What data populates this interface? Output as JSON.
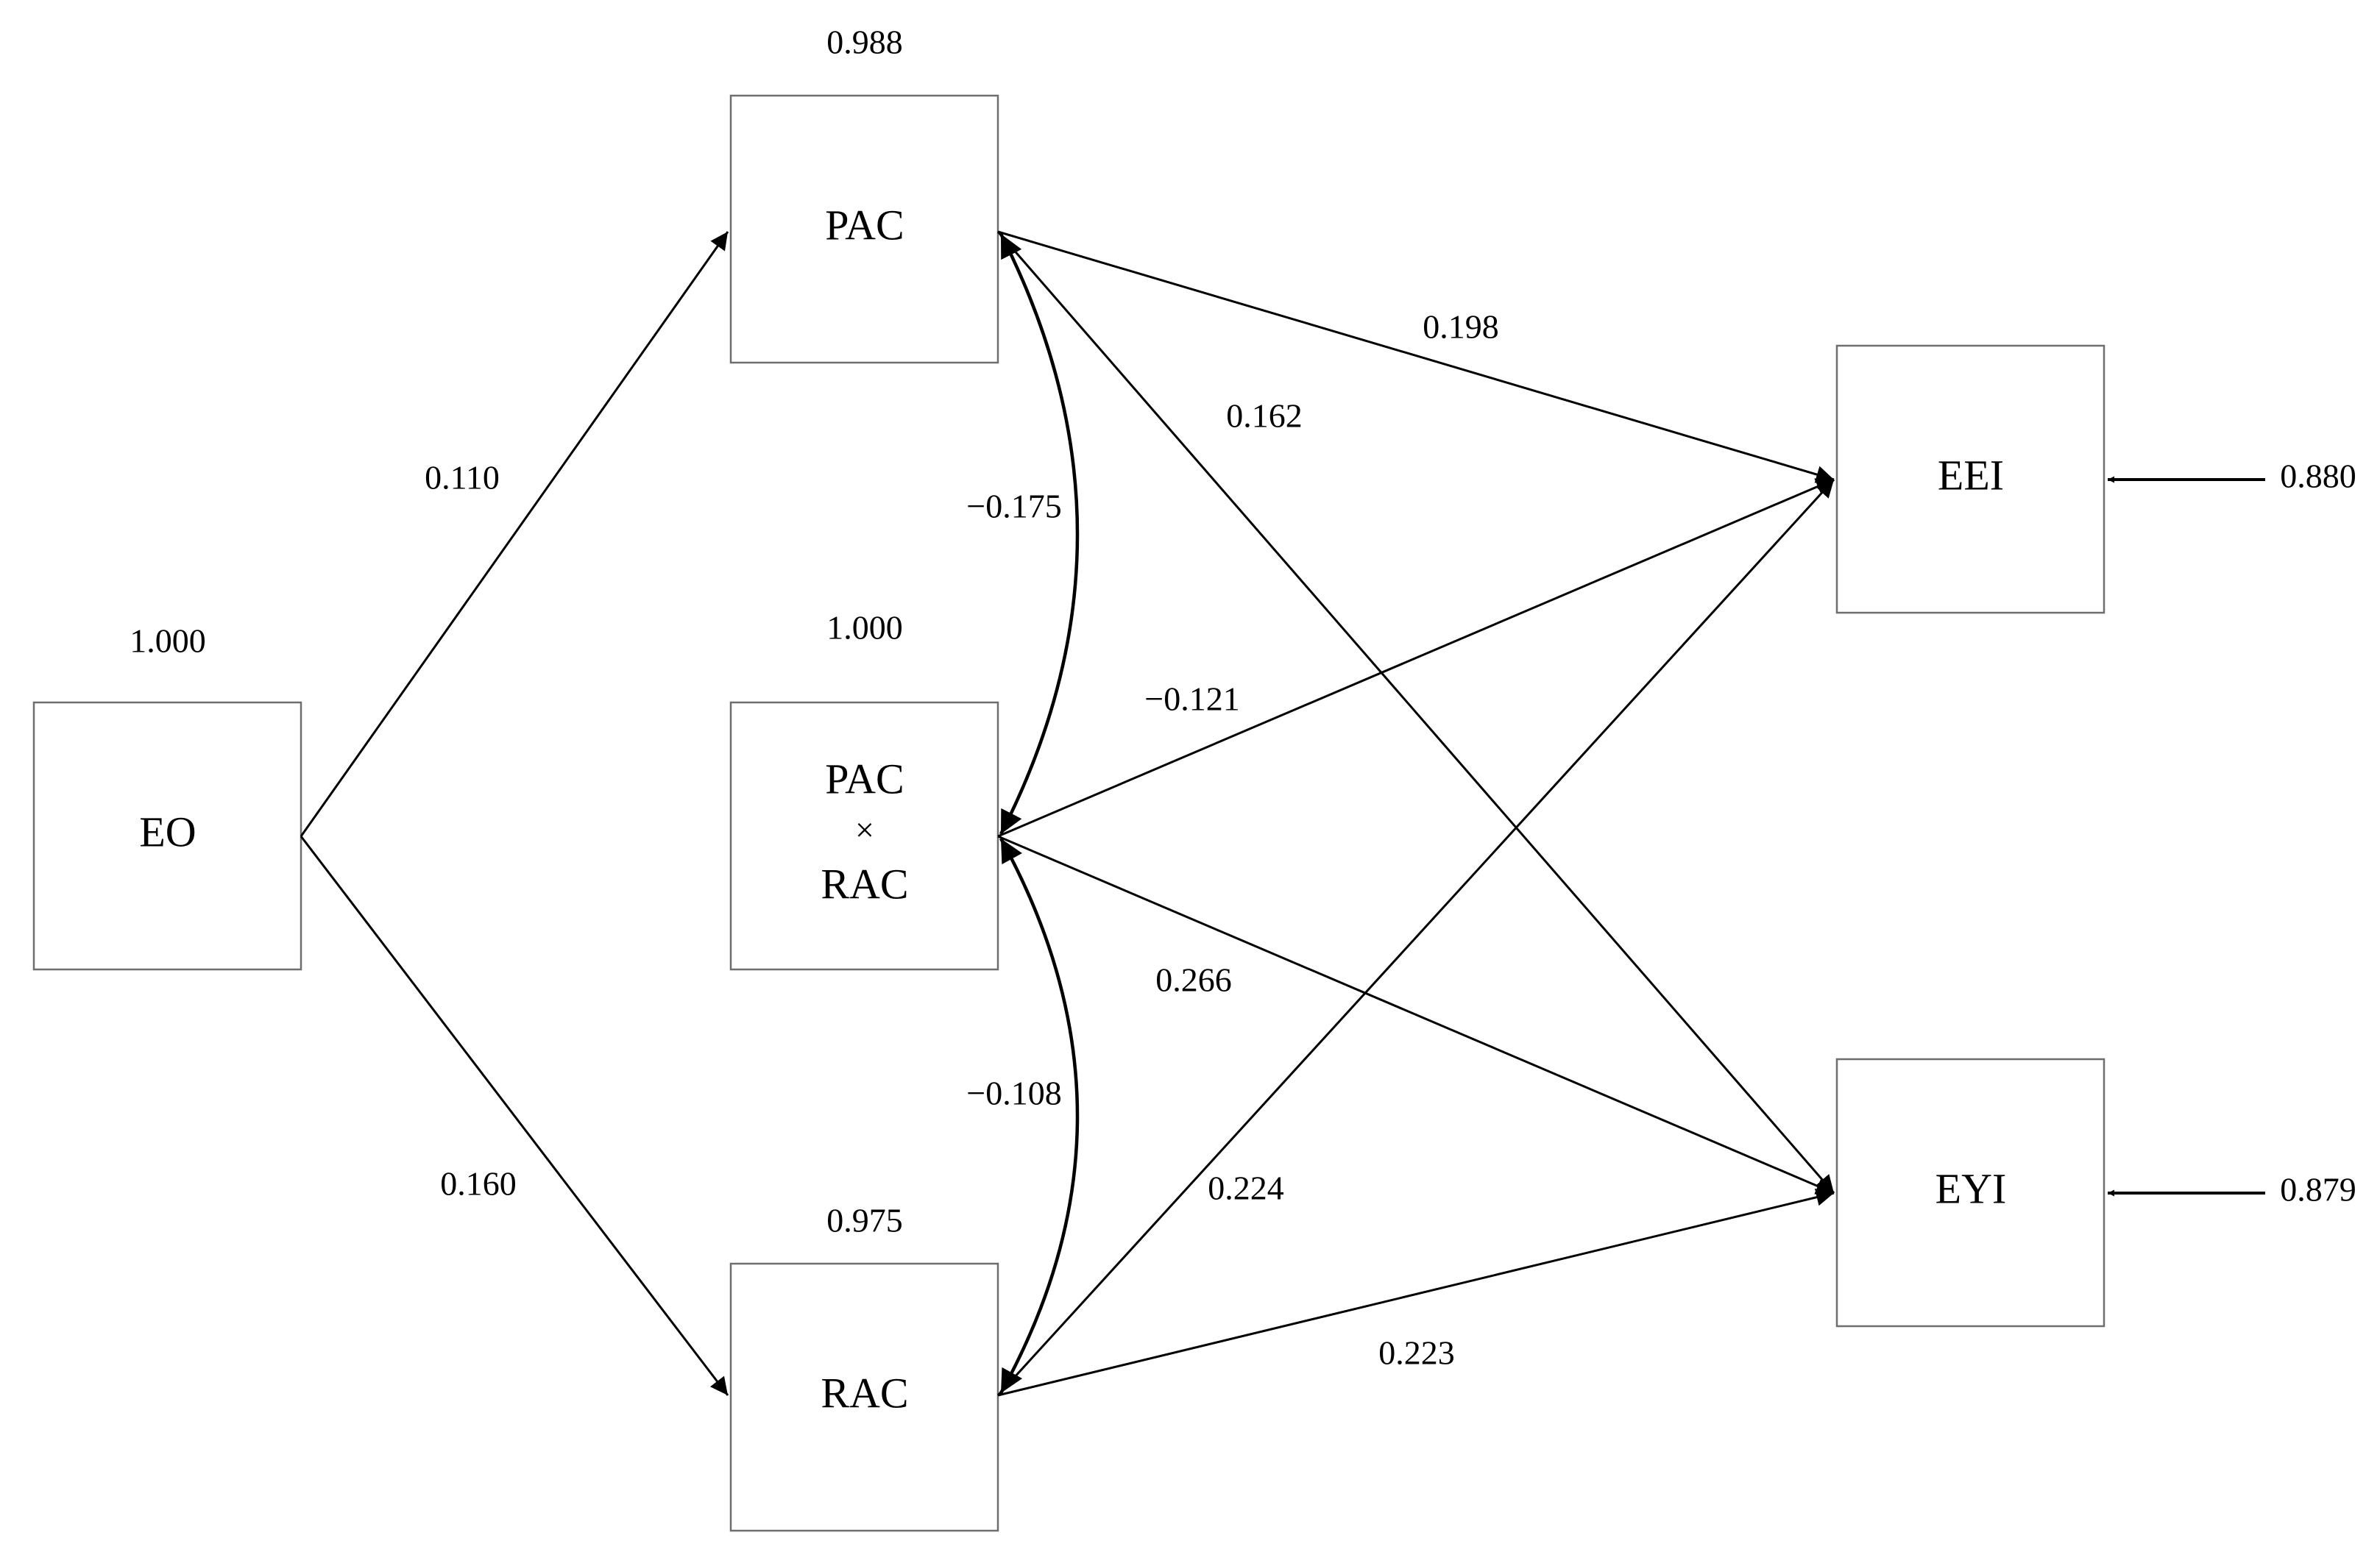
{
  "nodes": {
    "eo": {
      "label": "EO",
      "variance": "1.000"
    },
    "pac": {
      "label": "PAC",
      "variance": "0.988"
    },
    "int": {
      "line1": "PAC",
      "line2": "×",
      "line3": "RAC",
      "variance": "1.000"
    },
    "rac": {
      "label": "RAC",
      "variance": "0.975"
    },
    "eei": {
      "label": "EEI",
      "residual": "0.880"
    },
    "eyi": {
      "label": "EYI",
      "residual": "0.879"
    }
  },
  "paths": {
    "eo_pac": "0.110",
    "eo_rac": "0.160",
    "pac_eei": "0.198",
    "pac_eyi": "0.162",
    "int_eei": "−0.121",
    "int_eyi": "0.266",
    "rac_eei": "0.224",
    "rac_eyi": "0.223"
  },
  "covariances": {
    "pac_int": "−0.175",
    "int_rac": "−0.108"
  }
}
